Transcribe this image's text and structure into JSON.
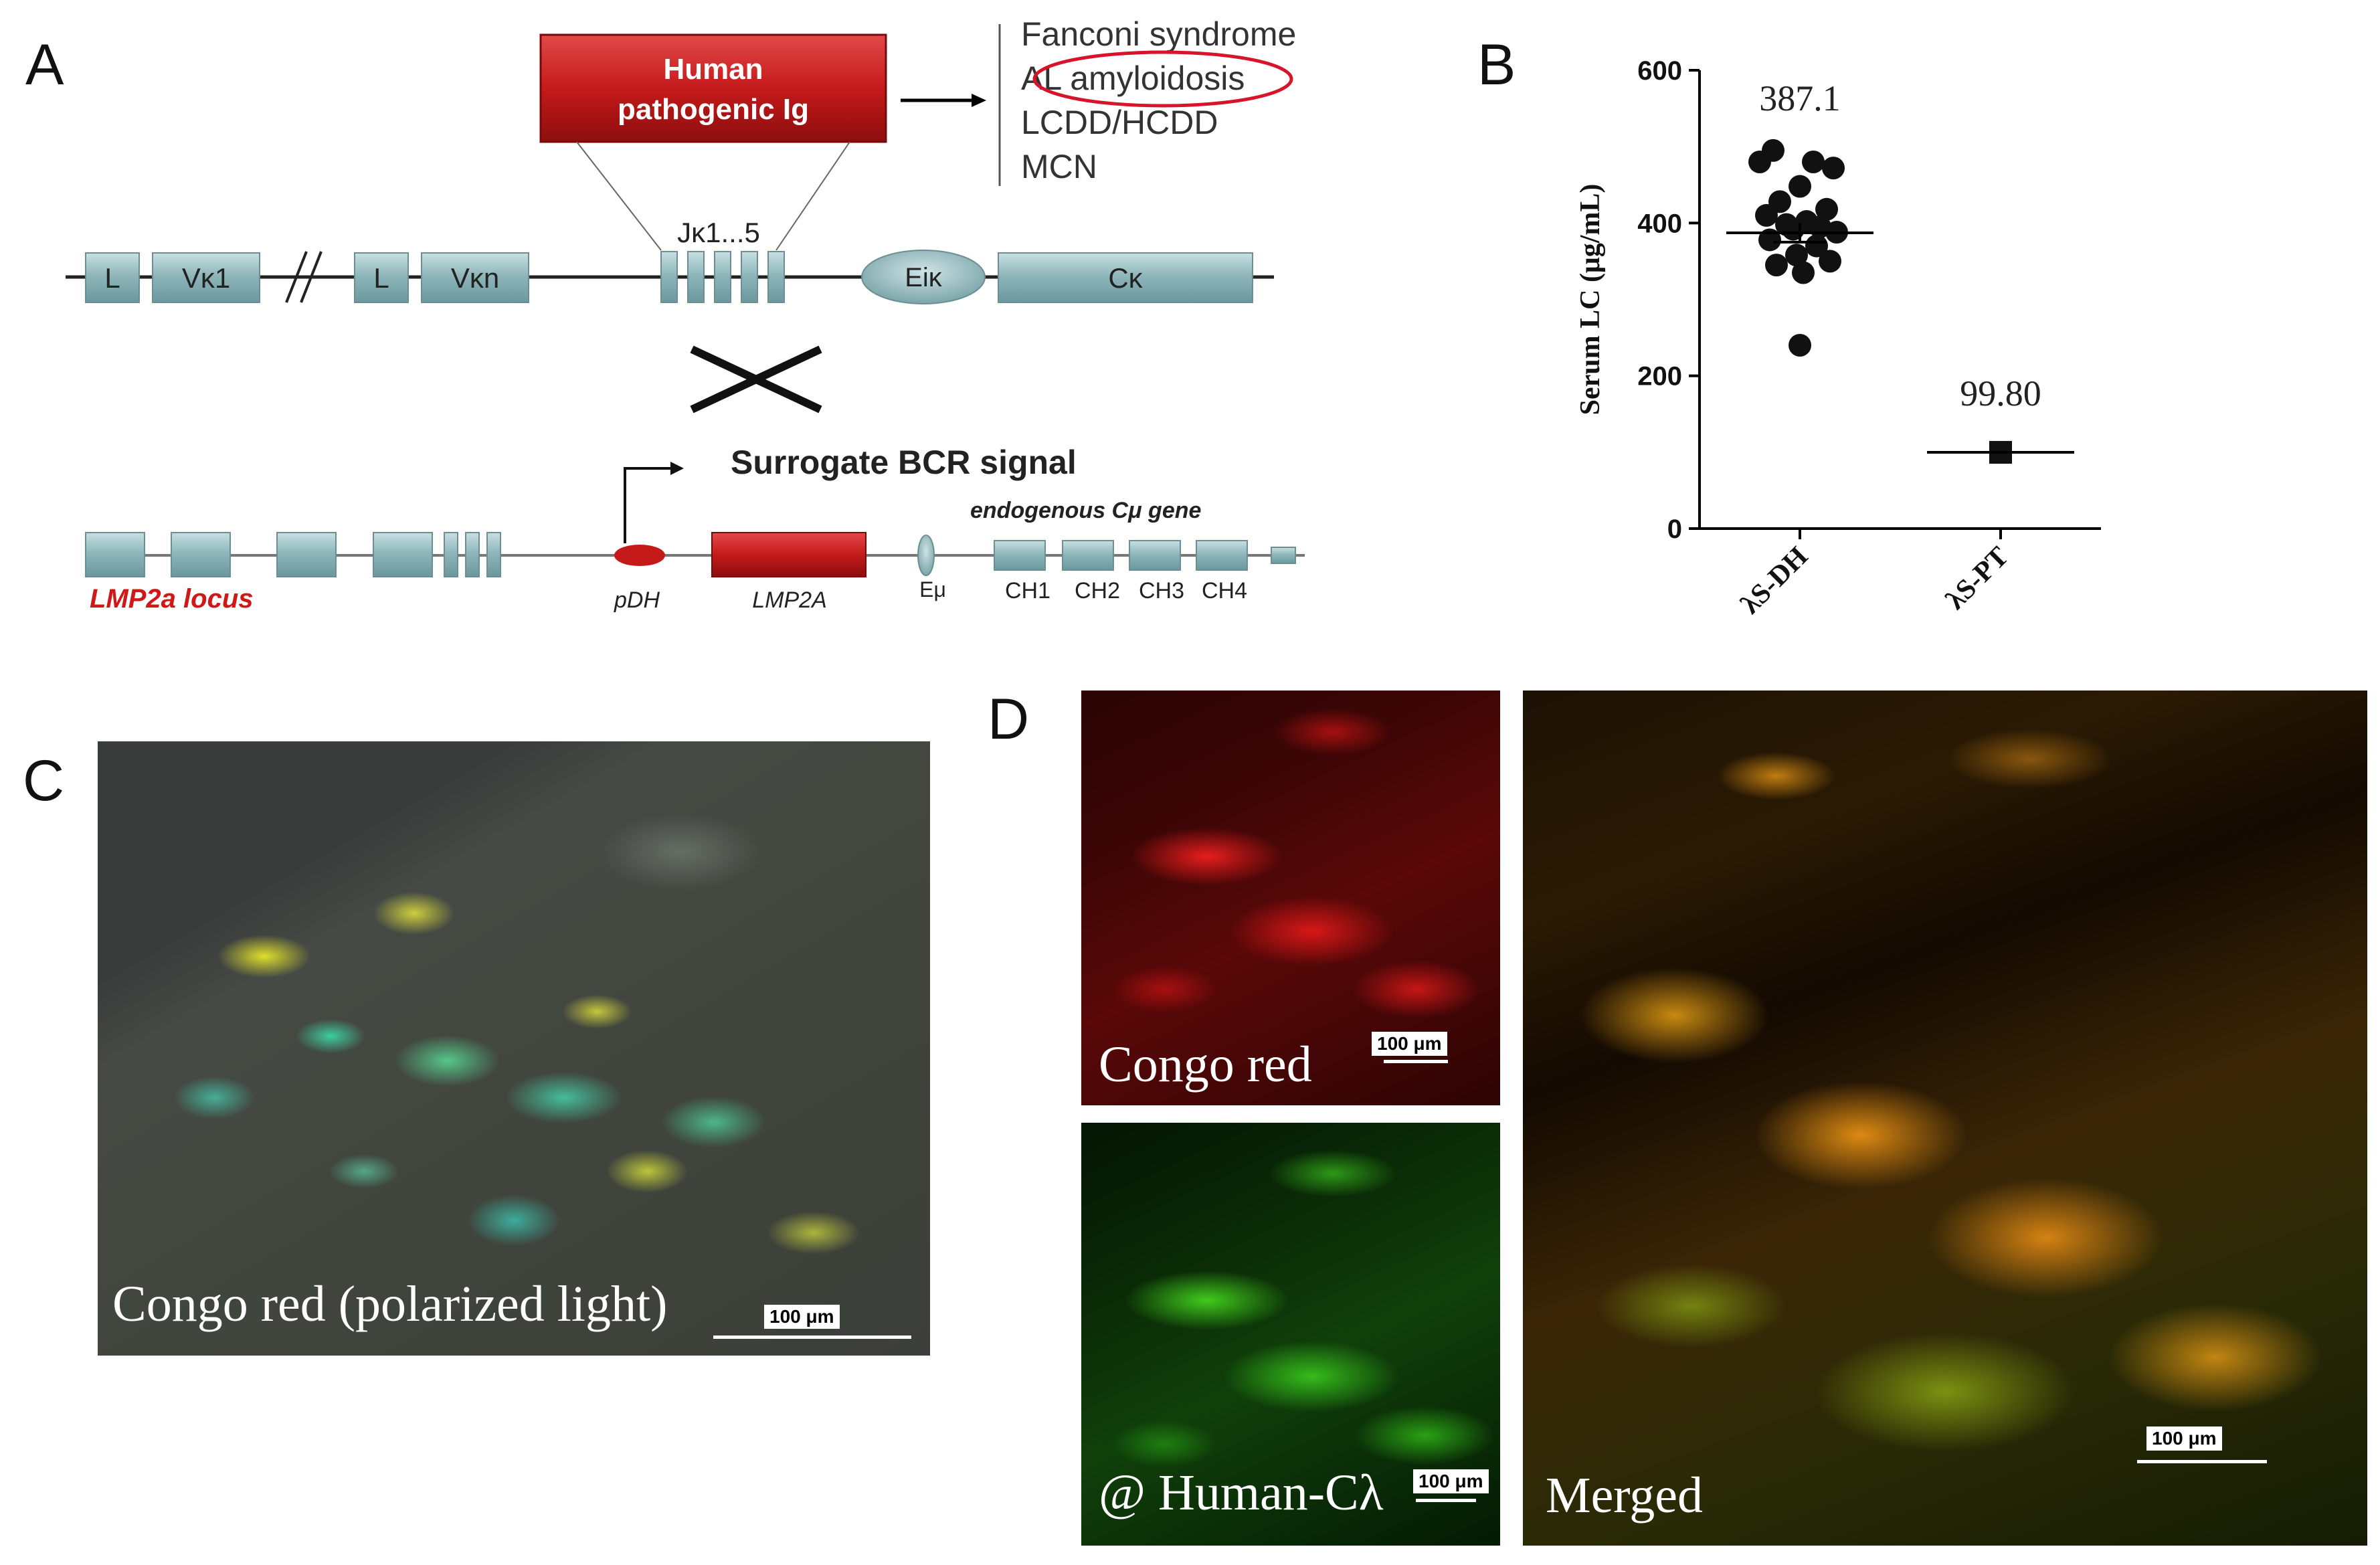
{
  "panels": {
    "a": "A",
    "b": "B",
    "c": "C",
    "d": "D"
  },
  "panel_a": {
    "box_title_line1": "Human",
    "box_title_line2": "pathogenic Ig",
    "diseases": [
      "Fanconi syndrome",
      "AL amyloidosis",
      "LCDD/HCDD",
      "MCN"
    ],
    "highlighted_disease_index": 1,
    "jk_label": "Jκ1...5",
    "kappa_segments": [
      "L",
      "Vκ1",
      "L",
      "Vκn",
      "Eiκ",
      "Cκ"
    ],
    "surrogate_label": "Surrogate BCR signal",
    "endogenous_label": "endogenous Cμ  gene",
    "lmp2a_locus": "LMP2a locus",
    "pdh": "pDH",
    "lmp2a": "LMP2A",
    "emu": "Eμ",
    "ch_labels": [
      "CH1",
      "CH2",
      "CH3",
      "CH4"
    ],
    "colors": {
      "segment": "#8fb7bb",
      "red_box": "#c51a1a",
      "highlight_red": "#d8142a",
      "locus_text": "#d01818"
    }
  },
  "chart_data": {
    "type": "scatter",
    "ylabel": "Serum LC (μg/mL)",
    "xlabel": "",
    "ylim": [
      0,
      600
    ],
    "yticks": [
      0,
      200,
      400,
      600
    ],
    "categories": [
      "λS-DH",
      "λS-PT"
    ],
    "series": [
      {
        "category": "λS-DH",
        "marker": "circle",
        "values": [
          495,
          480,
          480,
          472,
          448,
          428,
          418,
          410,
          402,
          398,
          395,
          392,
          388,
          378,
          370,
          358,
          350,
          345,
          335,
          240
        ],
        "mean": 387.1,
        "mean_label": "387.1",
        "sem": [
          375,
          400
        ]
      },
      {
        "category": "λS-PT",
        "marker": "square",
        "values": [
          99.8
        ],
        "mean": 99.8,
        "mean_label": "99.80"
      }
    ]
  },
  "panel_c": {
    "label": "Congo red (polarized light)",
    "scale": "100 μm"
  },
  "panel_d": {
    "congo_label": "Congo red",
    "congo_scale": "100 μm",
    "human_label": "@ Human-Cλ",
    "human_scale": "100 μm",
    "merged_label": "Merged",
    "merged_scale": "100 μm"
  }
}
